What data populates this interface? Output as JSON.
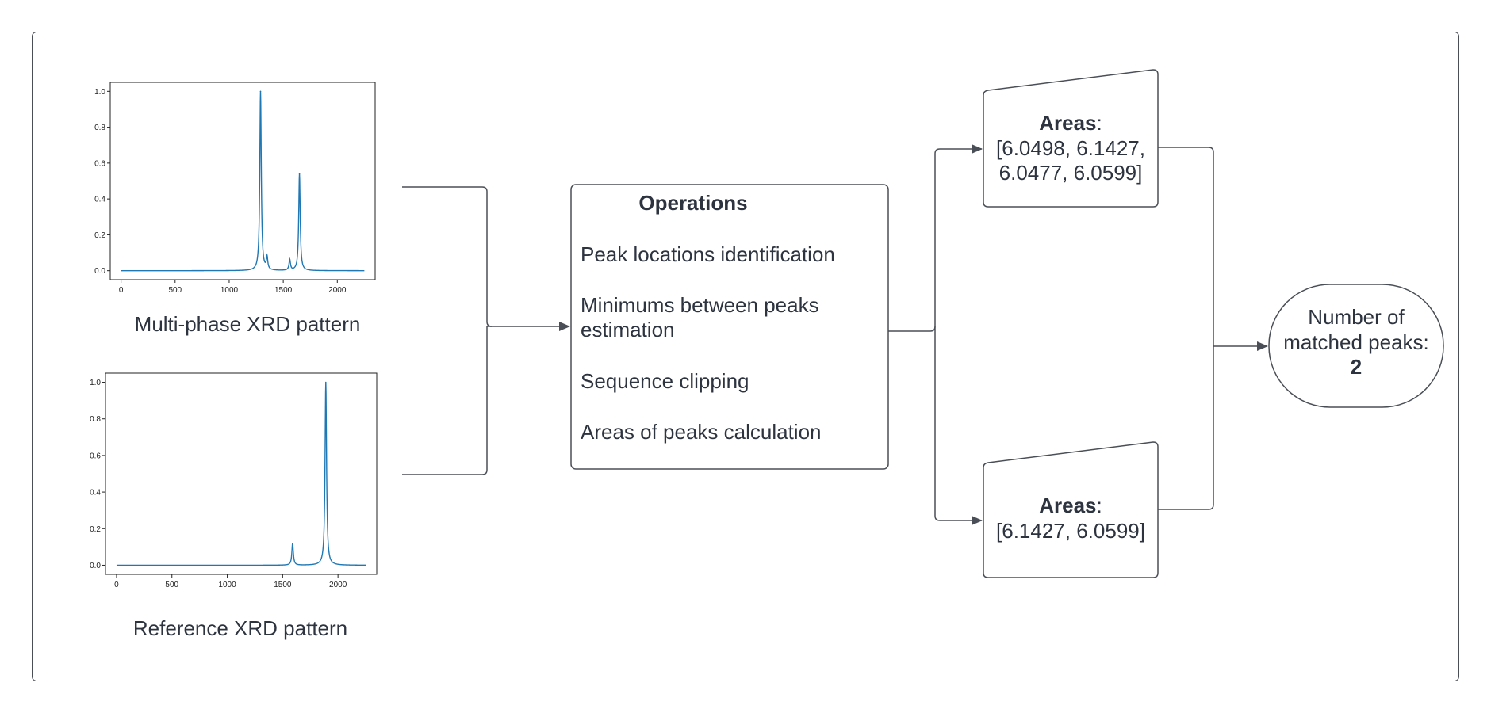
{
  "charts": [
    {
      "caption": "Multi-phase XRD pattern",
      "chart_data": {
        "type": "line",
        "x_ticks": [
          0,
          500,
          1000,
          1500,
          2000
        ],
        "y_ticks": [
          "0.0",
          "0.2",
          "0.4",
          "0.6",
          "0.8",
          "1.0"
        ],
        "xlim": [
          -100,
          2350
        ],
        "ylim": [
          -0.05,
          1.05
        ],
        "baseline": 0.0,
        "x_range": [
          0,
          2250
        ],
        "peaks": [
          {
            "x": 1290,
            "y": 1.0
          },
          {
            "x": 1350,
            "y": 0.07
          },
          {
            "x": 1560,
            "y": 0.06
          },
          {
            "x": 1650,
            "y": 0.54
          }
        ],
        "line_color": "#1f77b4",
        "grid": false
      }
    },
    {
      "caption": "Reference XRD pattern",
      "chart_data": {
        "type": "line",
        "x_ticks": [
          0,
          500,
          1000,
          1500,
          2000
        ],
        "y_ticks": [
          "0.0",
          "0.2",
          "0.4",
          "0.6",
          "0.8",
          "1.0"
        ],
        "xlim": [
          -100,
          2350
        ],
        "ylim": [
          -0.05,
          1.05
        ],
        "baseline": 0.0,
        "x_range": [
          0,
          2250
        ],
        "peaks": [
          {
            "x": 1590,
            "y": 0.12
          },
          {
            "x": 1890,
            "y": 1.0
          }
        ],
        "line_color": "#1f77b4",
        "grid": false
      }
    }
  ],
  "operations": {
    "title": "Operations",
    "items": [
      [
        "Peak locations identification"
      ],
      [
        "Minimums between peaks",
        "estimation"
      ],
      [
        "Sequence clipping"
      ],
      [
        "Areas of peaks calculation"
      ]
    ]
  },
  "areas_top": {
    "label": "Areas",
    "colon": ":",
    "lines": [
      "[6.0498, 6.1427,",
      "6.0477, 6.0599]"
    ]
  },
  "areas_bottom": {
    "label": "Areas",
    "colon": ":",
    "lines": [
      "[6.1427, 6.0599]"
    ]
  },
  "result": {
    "lines": [
      "Number of",
      "matched peaks:"
    ],
    "value": "2"
  },
  "colors": {
    "stroke": "#4a4f57",
    "text": "#2d3440",
    "series": "#1f77b4"
  }
}
